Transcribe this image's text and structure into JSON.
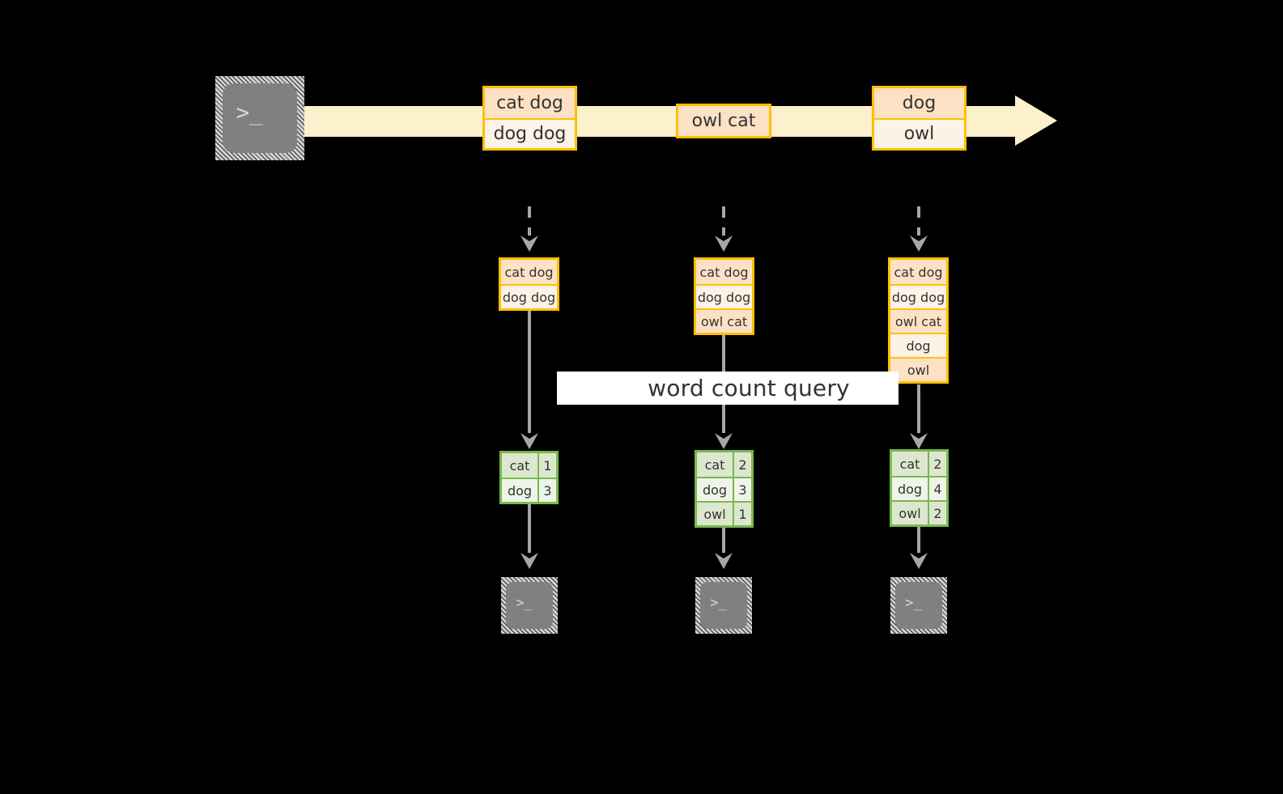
{
  "diagram": {
    "title_banner": "word count query",
    "source_terminal": {
      "icon": "terminal-icon",
      "glyph": ">_"
    },
    "stream": {
      "arrow_icon": "stream-arrow-right",
      "batches": [
        {
          "name": "batch-1",
          "lines": [
            "cat dog",
            "dog dog"
          ]
        },
        {
          "name": "batch-2",
          "lines": [
            "owl cat"
          ]
        },
        {
          "name": "batch-3",
          "lines": [
            "dog",
            "owl"
          ]
        }
      ]
    },
    "columns": [
      {
        "name": "column-1",
        "input_table": {
          "rows": [
            "cat dog",
            "dog dog"
          ]
        },
        "result_table": {
          "rows": [
            {
              "word": "cat",
              "count": "1"
            },
            {
              "word": "dog",
              "count": "3"
            }
          ]
        },
        "sink_terminal": {
          "icon": "terminal-icon",
          "glyph": ">_"
        }
      },
      {
        "name": "column-2",
        "input_table": {
          "rows": [
            "cat dog",
            "dog dog",
            "owl cat"
          ]
        },
        "result_table": {
          "rows": [
            {
              "word": "cat",
              "count": "2"
            },
            {
              "word": "dog",
              "count": "3"
            },
            {
              "word": "owl",
              "count": "1"
            }
          ]
        },
        "sink_terminal": {
          "icon": "terminal-icon",
          "glyph": ">_"
        }
      },
      {
        "name": "column-3",
        "input_table": {
          "rows": [
            "cat dog",
            "dog dog",
            "owl cat",
            "dog",
            "owl"
          ]
        },
        "result_table": {
          "rows": [
            {
              "word": "cat",
              "count": "2"
            },
            {
              "word": "dog",
              "count": "4"
            },
            {
              "word": "owl",
              "count": "2"
            }
          ]
        },
        "sink_terminal": {
          "icon": "terminal-icon",
          "glyph": ">_"
        }
      }
    ],
    "colors": {
      "background": "#000000",
      "stream_ribbon": "#fdf0cd",
      "record_border": "#ffc000",
      "record_fill_dark": "#fce1c4",
      "record_fill_light": "#fdf2e6",
      "result_border": "#79b94c",
      "result_fill_dark": "#dde7d0",
      "result_fill_light": "#eff4e9",
      "connector": "#a6a6a6",
      "banner_fill": "#ffffff",
      "text": "#333333"
    }
  }
}
